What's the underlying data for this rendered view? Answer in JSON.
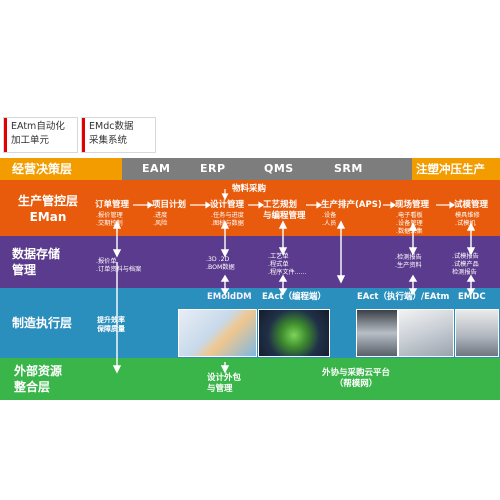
{
  "legend": [
    {
      "text": "EAtm自动化\n加工单元",
      "color": "#e30000"
    },
    {
      "text": "EMdc数据\n采集系统",
      "color": "#e30000"
    }
  ],
  "layers": {
    "decision": {
      "label": "经营决策层",
      "systems": [
        "EAM",
        "ERP",
        "QMS",
        "SRM"
      ],
      "right_label": "注塑冲压生产"
    },
    "production_control": {
      "label": "生产管控层\nEMan",
      "top_label": "物料采购",
      "steps": [
        {
          "title": "订单管理",
          "subs": ".报价管理\n.交期控制"
        },
        {
          "title": "项目计划",
          "subs": ".进度\n.风险"
        },
        {
          "title": "设计管理",
          "subs": ".任务与进度\n.图档与数据"
        },
        {
          "title": "工艺规划\n与编程管理",
          "subs": ""
        },
        {
          "title": "生产排产(APS)",
          "subs": ".设备\n.人员"
        },
        {
          "title": "现场管理",
          "subs": ".电子看板\n.设备管理\n.数据采集"
        },
        {
          "title": "试模管理",
          "subs": "模具维修\n.试模机"
        }
      ]
    },
    "data_storage": {
      "label": "数据存储\n管理",
      "items": [
        ".报价单\n.订单资料与档案",
        ".3D  .2D\n.BOM数据",
        ".工艺单\n.程式单\n.程序文件......",
        ".检测报告\n.生产资料",
        ".试模报告\n.试模产品\n检测报告"
      ]
    },
    "execution": {
      "label": "制造执行层",
      "note": "提升效率\n保障质量",
      "modules": [
        "EMoldDM",
        "EAct（编程端）",
        "EAct（执行端）/EAtm",
        "EMDC"
      ]
    },
    "external": {
      "label": "外部资源\n整合层",
      "items": [
        "设计外包\n与管理",
        "外协与采购云平台\n（帮模网）"
      ]
    }
  },
  "colors": {
    "legend_accent": "#e30000",
    "decision_bar": "#f29c00",
    "decision_mid": "#7d7d7d",
    "production": "#e85b0c",
    "storage": "#5b3b8d",
    "execution": "#2b8fbd",
    "external": "#39b54a",
    "accent_text": "#f6a200"
  }
}
